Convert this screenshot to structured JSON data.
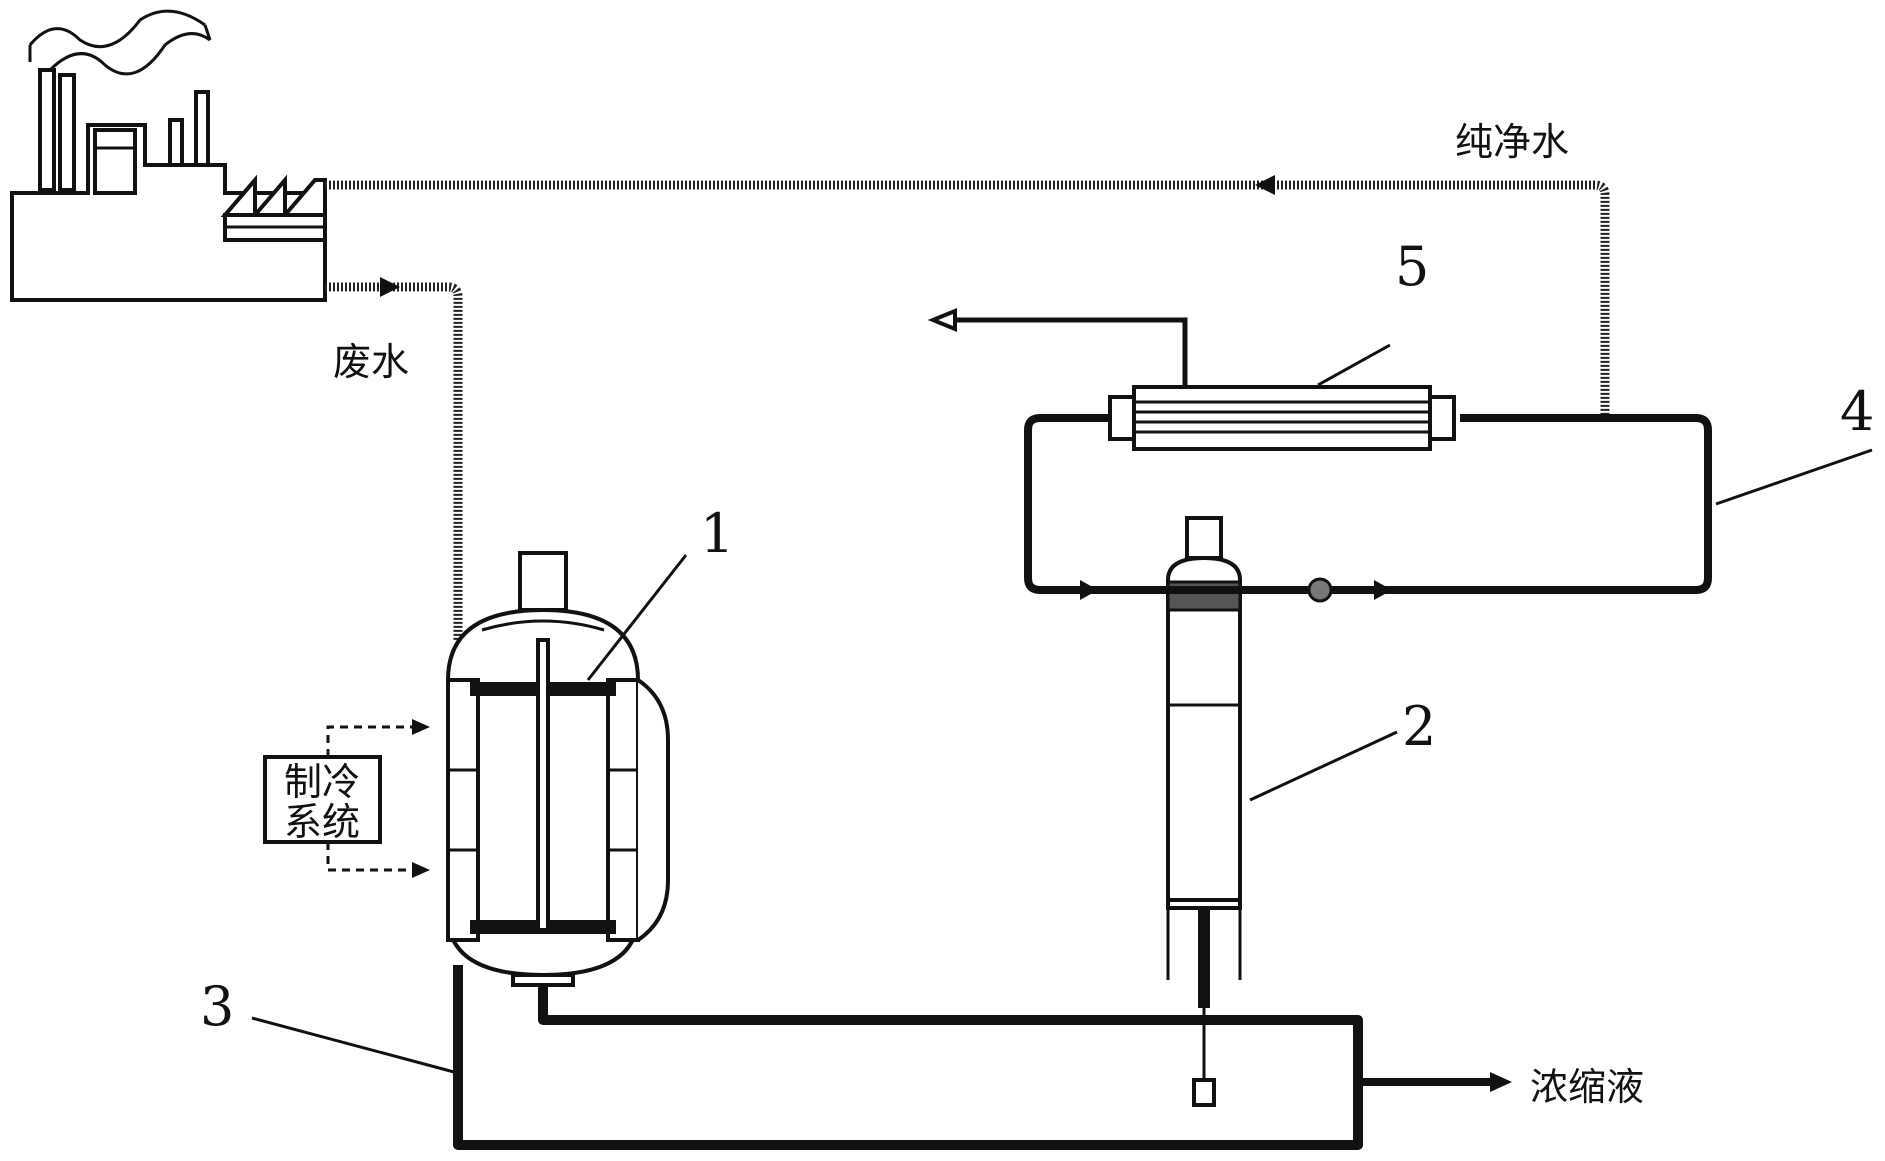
{
  "labels": {
    "pure_water": "纯净水",
    "waste_water": "废水",
    "concentrate": "浓缩液",
    "refrigeration_line1": "制冷",
    "refrigeration_line2": "系统",
    "num1": "1",
    "num2": "2",
    "num3": "3",
    "num4": "4",
    "num5": "5"
  },
  "colors": {
    "line": "#111111",
    "background": "#ffffff"
  }
}
